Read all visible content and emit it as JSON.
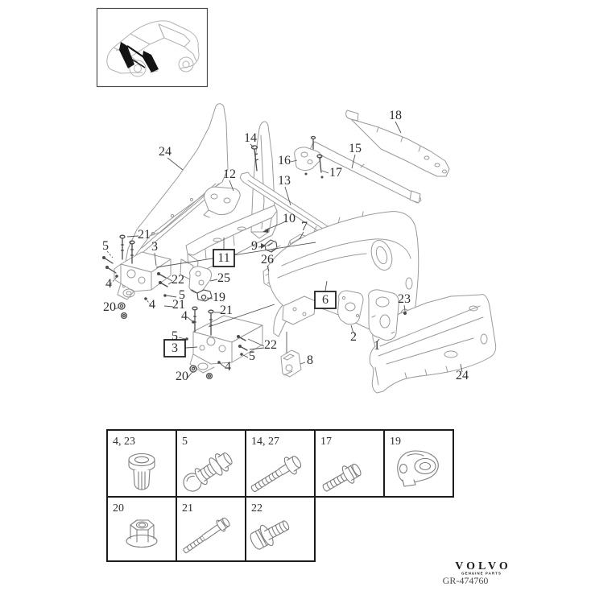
{
  "palette": {
    "background": "#ffffff",
    "part_line": "#9a9a9a",
    "detail_line": "#4a4a4a",
    "label_text": "#2f2f2f",
    "table_border": "#1c1c1c"
  },
  "thumbnail": {
    "icon": "car-front-structure-location-thumbnail"
  },
  "diagram": {
    "callouts": [
      {
        "n": "24"
      },
      {
        "n": "14"
      },
      {
        "n": "16"
      },
      {
        "n": "17"
      },
      {
        "n": "15"
      },
      {
        "n": "18"
      },
      {
        "n": "12"
      },
      {
        "n": "13"
      },
      {
        "n": "10"
      },
      {
        "n": "7"
      },
      {
        "n": "9"
      },
      {
        "n": "26"
      },
      {
        "n": "11",
        "boxed": true
      },
      {
        "n": "25"
      },
      {
        "n": "19"
      },
      {
        "n": "21"
      },
      {
        "n": "5"
      },
      {
        "n": "3"
      },
      {
        "n": "4"
      },
      {
        "n": "22"
      },
      {
        "n": "5"
      },
      {
        "n": "21"
      },
      {
        "n": "20"
      },
      {
        "n": "4"
      },
      {
        "n": "21"
      },
      {
        "n": "4"
      },
      {
        "n": "5"
      },
      {
        "n": "3",
        "boxed": true
      },
      {
        "n": "20"
      },
      {
        "n": "4"
      },
      {
        "n": "5"
      },
      {
        "n": "22"
      },
      {
        "n": "8"
      },
      {
        "n": "6",
        "boxed": true
      },
      {
        "n": "2"
      },
      {
        "n": "1"
      },
      {
        "n": "23"
      },
      {
        "n": "24"
      }
    ]
  },
  "legend": {
    "row1": [
      {
        "label": "4, 23",
        "fastener": "blind-rivet-nut"
      },
      {
        "label": "5",
        "fastener": "shouldered-stud-bolt"
      },
      {
        "label": "14, 27",
        "fastener": "long-flange-bolt"
      },
      {
        "label": "17",
        "fastener": "flange-bolt"
      },
      {
        "label": "19",
        "fastener": "clamp-nut"
      }
    ],
    "row2": [
      {
        "label": "20",
        "fastener": "flange-nut"
      },
      {
        "label": "21",
        "fastener": "long-bolt"
      },
      {
        "label": "22",
        "fastener": "hex-flange-screw"
      }
    ]
  },
  "footer": {
    "brand": "VOLVO",
    "brand_subtitle": "GENUINE PARTS",
    "drawing_number": "GR-474760"
  }
}
